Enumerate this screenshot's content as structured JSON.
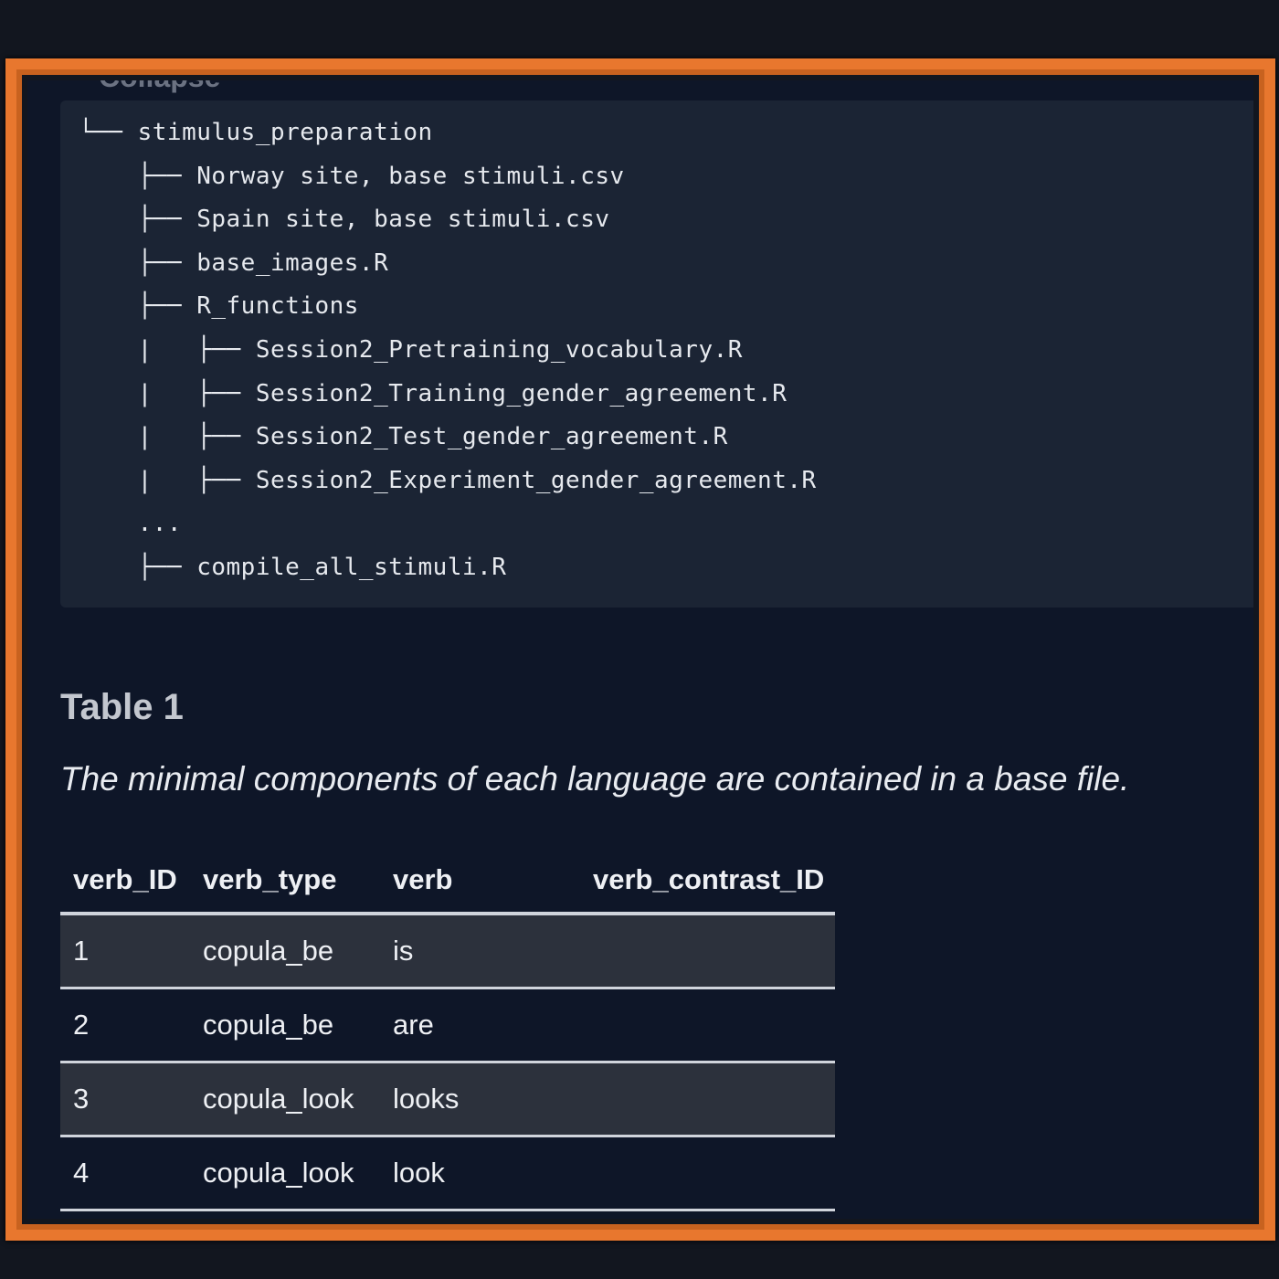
{
  "collapse_label": "Collapse",
  "tree_lines": [
    "└── stimulus_preparation",
    "    ├── Norway site, base stimuli.csv",
    "    ├── Spain site, base stimuli.csv",
    "    ├── base_images.R",
    "    ├── R_functions",
    "    |   ├── Session2_Pretraining_vocabulary.R",
    "    |   ├── Session2_Training_gender_agreement.R",
    "    |   ├── Session2_Test_gender_agreement.R",
    "    |   ├── Session2_Experiment_gender_agreement.R",
    "    ...",
    "    ├── compile_all_stimuli.R"
  ],
  "table": {
    "title": "Table 1",
    "caption": "The minimal components of each language are contained in a base file.",
    "headers": [
      "verb_ID",
      "verb_type",
      "verb",
      "verb_contrast_ID"
    ],
    "rows": [
      [
        "1",
        "copula_be",
        "is",
        ""
      ],
      [
        "2",
        "copula_be",
        "are",
        ""
      ],
      [
        "3",
        "copula_look",
        "looks",
        ""
      ],
      [
        "4",
        "copula_look",
        "look",
        ""
      ]
    ]
  },
  "colors": {
    "frame": "#e8772e",
    "background": "#0e1628",
    "code_bg": "#1b2434"
  }
}
